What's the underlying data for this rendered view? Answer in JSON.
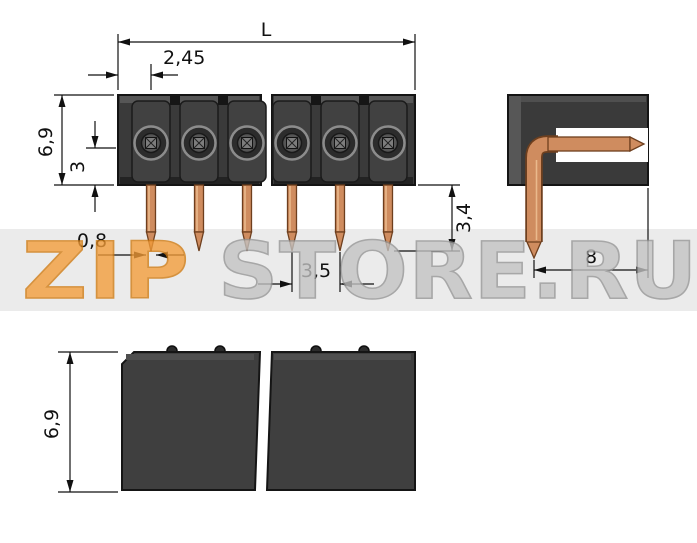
{
  "watermark": {
    "zip": "ZIP",
    "store": "STORE.RU"
  },
  "dims": {
    "overall_length": "L",
    "first_pin_offset": "2,45",
    "body_height": "6,9",
    "pin_axis_to_bottom": "3",
    "pin_width": "0,8",
    "pin_protrusion": "3,4",
    "pin_pitch": "3,5",
    "side_depth": "8",
    "bottom_view_height": "6,9"
  },
  "colors": {
    "copper": "#cf8c5f",
    "copper_outline": "#6e3f1e",
    "body_dark": "#3a3a3a",
    "watermark_orange": "#f39c38",
    "watermark_orange_outline": "#d07a10",
    "watermark_gray": "#c3c3c3",
    "watermark_gray_outline": "#949494",
    "band": "#ebebeb",
    "line": "#111111"
  }
}
